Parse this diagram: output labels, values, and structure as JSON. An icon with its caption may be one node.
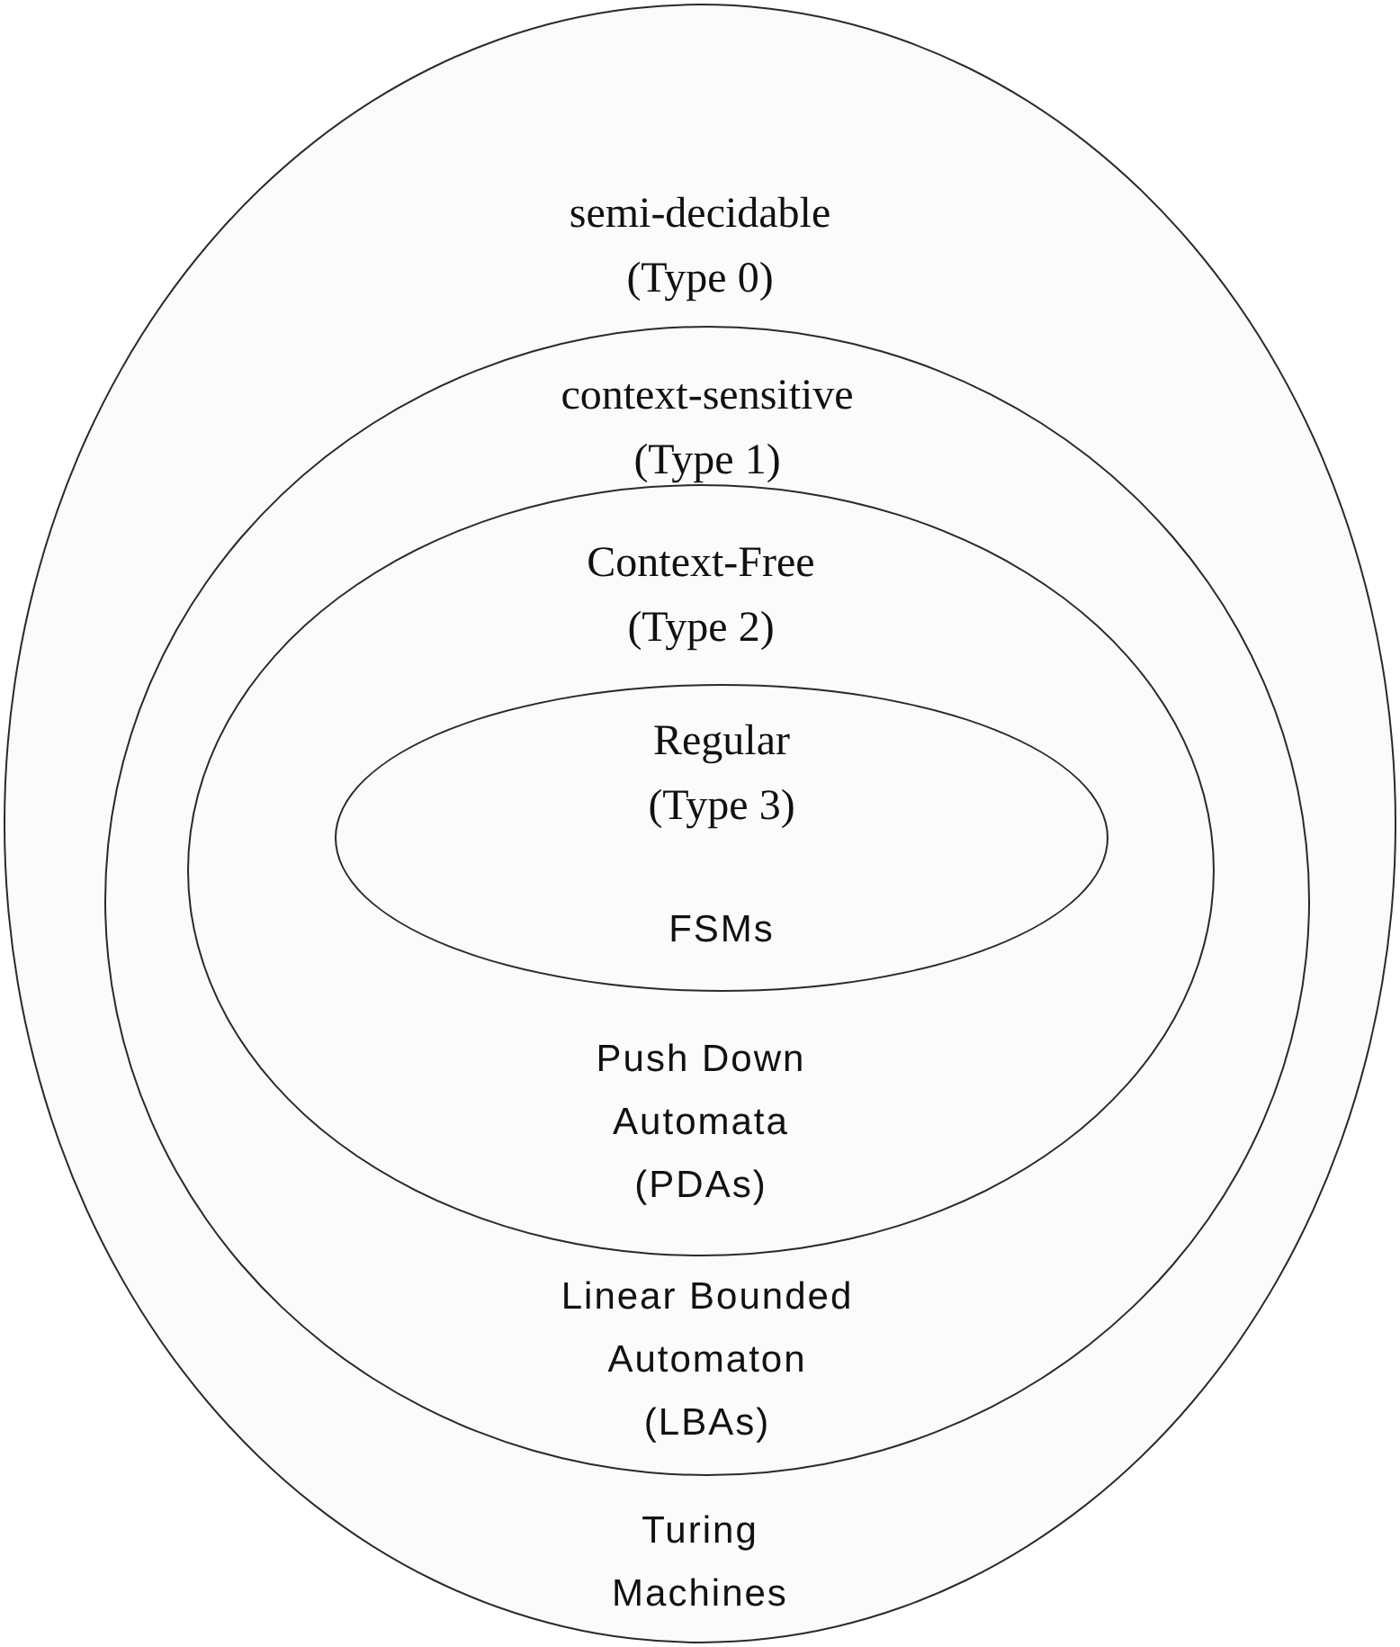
{
  "diagram": {
    "nodes": [
      {
        "text": [
          "semi-decidable (Type 0)",
          "Turing Machines"
        ]
      },
      {
        "text": [
          "context-sensitive (Type 1)",
          "Linear Bounded Automaton (LBAs)"
        ],
        "in": 0
      },
      {
        "text": [
          "Context-Free (Type 2)",
          "Push Down Automata (PDAs)"
        ],
        "in": 1
      },
      {
        "text": [
          "Regular (Type 3)",
          "FSMs"
        ],
        "in": 2
      }
    ]
  }
}
